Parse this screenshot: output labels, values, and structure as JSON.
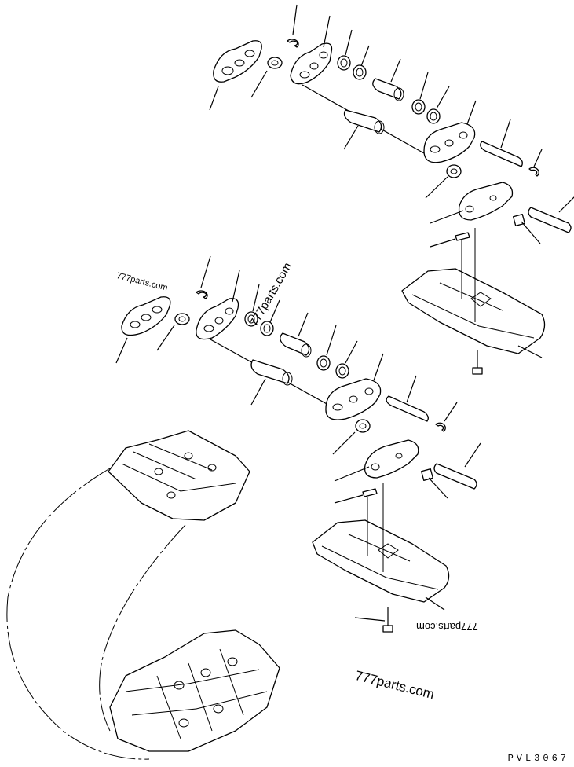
{
  "watermarks": {
    "wm1": "777parts.com",
    "wm2": "777parts.com",
    "wm3": "777parts.com",
    "wm4": "777parts.com"
  },
  "drawing_code": "PVL3067"
}
